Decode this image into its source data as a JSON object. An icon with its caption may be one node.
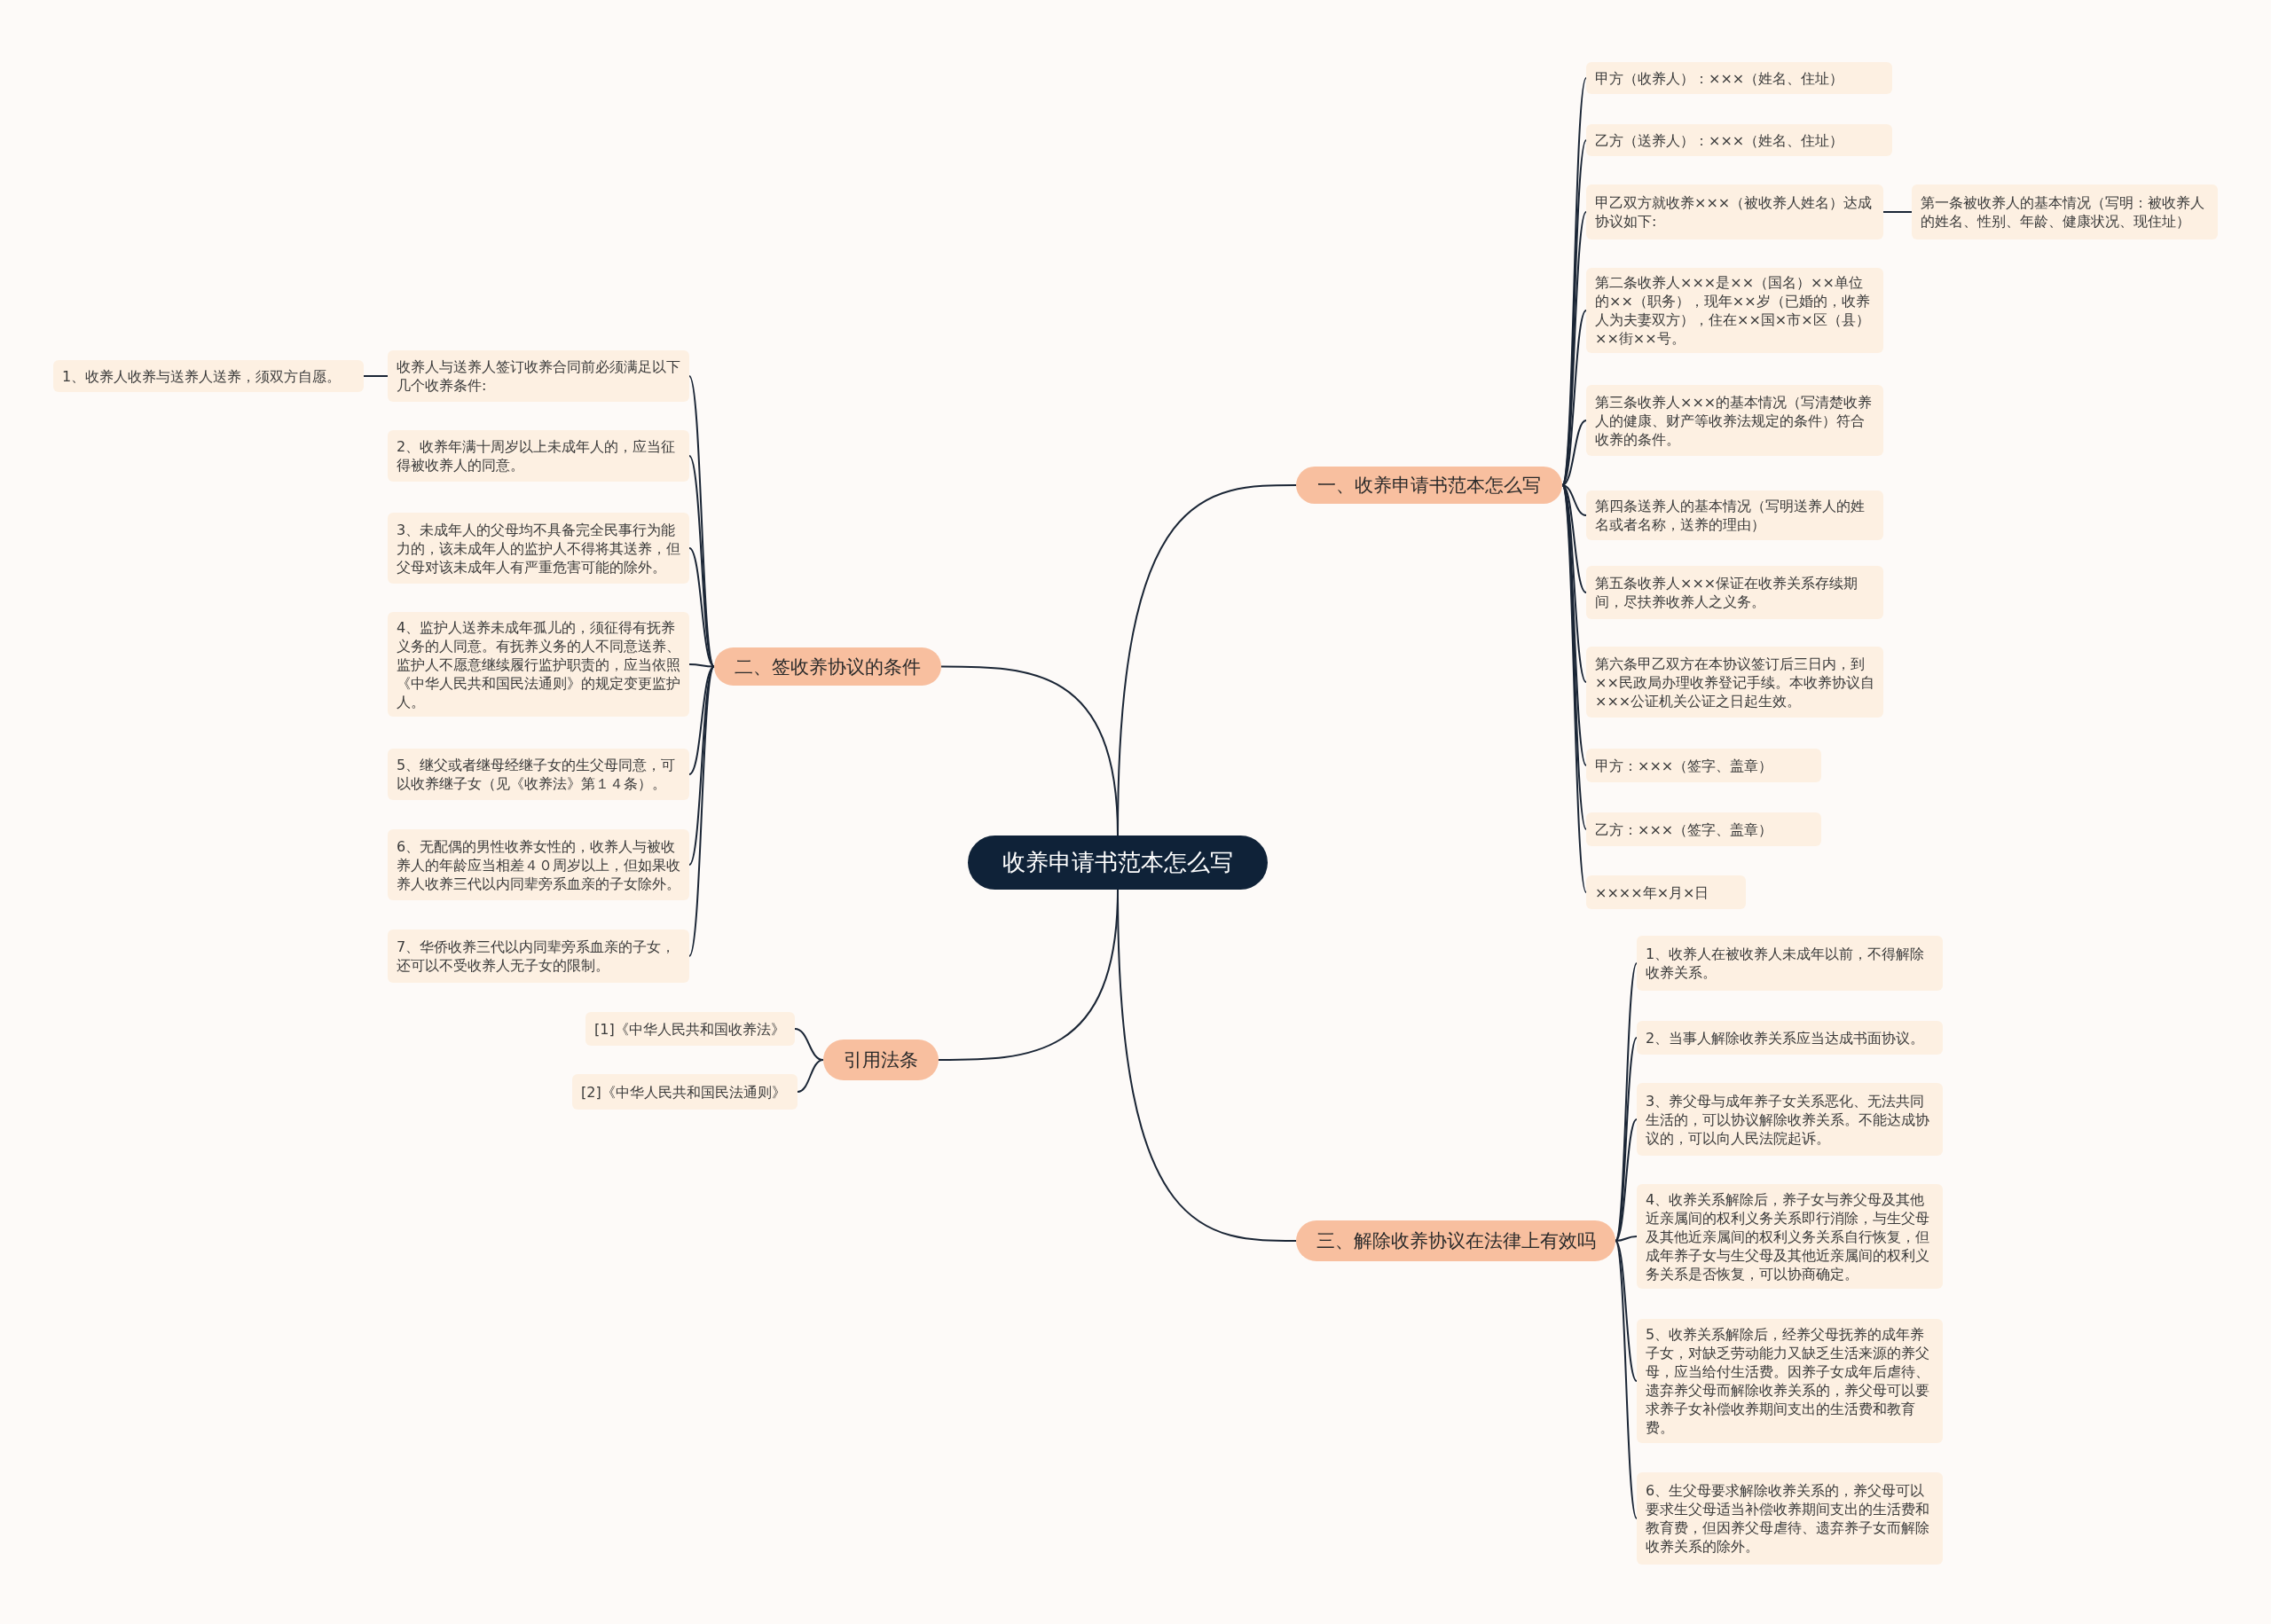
{
  "diagram": {
    "nodes": [
      {
        "text": [
          "收养申请书范本怎么写"
        ]
      },
      {
        "text": [
          "一、收养申请书范本怎么写"
        ]
      },
      {
        "text": [
          "甲方（收养人）：×××（姓名、住址）"
        ]
      },
      {
        "text": [
          "乙方（送养人）：×××（姓名、住址）"
        ]
      },
      {
        "text": [
          "甲乙双方就收养×××（被收养人姓名）达成协议如下:"
        ]
      },
      {
        "text": [
          "第一条被收养人的基本情况（写明：被收养人的姓名、性别、年龄、健康状况、现住址）"
        ]
      },
      {
        "text": [
          "第二条收养人×××是××（国名）××单位的××（职务），现年××岁（已婚的，收养人为夫妻双方），住在××国×市×区（县）××街××号。"
        ]
      },
      {
        "text": [
          "第三条收养人×××的基本情况（写清楚收养人的健康、财产等收养法规定的条件）符合收养的条件。"
        ]
      },
      {
        "text": [
          "第四条送养人的基本情况（写明送养人的姓名或者名称，送养的理由）"
        ]
      },
      {
        "text": [
          "第五条收养人×××保证在收养关系存续期间，尽扶养收养人之义务。"
        ]
      },
      {
        "text": [
          "第六条甲乙双方在本协议签订后三日内，到××民政局办理收养登记手续。本收养协议自×××公证机关公证之日起生效。"
        ]
      },
      {
        "text": [
          "甲方：×××（签字、盖章）"
        ]
      },
      {
        "text": [
          "乙方：×××（签字、盖章）"
        ]
      },
      {
        "text": [
          "××××年×月×日"
        ]
      },
      {
        "text": [
          "二、签收养协议的条件"
        ]
      },
      {
        "text": [
          "收养人与送养人签订收养合同前必须满足以下几个收养条件:"
        ]
      },
      {
        "text": [
          "1、收养人收养与送养人送养，须双方自愿。"
        ]
      },
      {
        "text": [
          "2、收养年满十周岁以上未成年人的，应当征得被收养人的同意。"
        ]
      },
      {
        "text": [
          "3、未成年人的父母均不具备完全民事行为能力的，该未成年人的监护人不得将其送养，但父母对该未成年人有严重危害可能的除外。"
        ]
      },
      {
        "text": [
          "4、监护人送养未成年孤儿的，须征得有抚养义务的人同意。有抚养义务的人不同意送养、监护人不愿意继续履行监护职责的，应当依照《中华人民共和国民法通则》的规定变更监护人。"
        ]
      },
      {
        "text": [
          "5、继父或者继母经继子女的生父母同意，可以收养继子女（见《收养法》第１４条）。"
        ]
      },
      {
        "text": [
          "6、无配偶的男性收养女性的，收养人与被收养人的年龄应当相差４０周岁以上，但如果收养人收养三代以内同辈旁系血亲的子女除外。"
        ]
      },
      {
        "text": [
          "7、华侨收养三代以内同辈旁系血亲的子女，还可以不受收养人无子女的限制。"
        ]
      },
      {
        "text": [
          "引用法条"
        ]
      },
      {
        "text": [
          "[1]《中华人民共和国收养法》"
        ]
      },
      {
        "text": [
          "[2]《中华人民共和国民法通则》"
        ]
      },
      {
        "text": [
          "三、解除收养协议在法律上有效吗"
        ]
      },
      {
        "text": [
          "1、收养人在被收养人未成年以前，不得解除收养关系。"
        ]
      },
      {
        "text": [
          "2、当事人解除收养关系应当达成书面协议。"
        ]
      },
      {
        "text": [
          "3、养父母与成年养子女关系恶化、无法共同生活的，可以协议解除收养关系。不能达成协议的，可以向人民法院起诉。"
        ]
      },
      {
        "text": [
          "4、收养关系解除后，养子女与养父母及其他近亲属间的权利义务关系即行消除，与生父母及其他近亲属间的权利义务关系自行恢复，但成年养子女与生父母及其他近亲属间的权利义务关系是否恢复，可以协商确定。"
        ]
      },
      {
        "text": [
          "5、收养关系解除后，经养父母抚养的成年养子女，对缺乏劳动能力又缺乏生活来源的养父母，应当给付生活费。因养子女成年后虐待、遗弃养父母而解除收养关系的，养父母可以要求养子女补偿收养期间支出的生活费和教育费。"
        ]
      },
      {
        "text": [
          "6、生父母要求解除收养关系的，养父母可以要求生父母适当补偿收养期间支出的生活费和教育费，但因养父母虐待、遗弃养子女而解除收养关系的除外。"
        ]
      }
    ],
    "edges": [
      {
        "from": 0,
        "to": 1,
        "arrow": "none"
      },
      {
        "from": 0,
        "to": 14,
        "arrow": "none"
      },
      {
        "from": 0,
        "to": 23,
        "arrow": "none"
      },
      {
        "from": 0,
        "to": 26,
        "arrow": "none"
      },
      {
        "from": 1,
        "to": 2,
        "arrow": "none"
      },
      {
        "from": 1,
        "to": 3,
        "arrow": "none"
      },
      {
        "from": 1,
        "to": 4,
        "arrow": "none"
      },
      {
        "from": 4,
        "to": 5,
        "arrow": "none"
      },
      {
        "from": 1,
        "to": 6,
        "arrow": "none"
      },
      {
        "from": 1,
        "to": 7,
        "arrow": "none"
      },
      {
        "from": 1,
        "to": 8,
        "arrow": "none"
      },
      {
        "from": 1,
        "to": 9,
        "arrow": "none"
      },
      {
        "from": 1,
        "to": 10,
        "arrow": "none"
      },
      {
        "from": 1,
        "to": 11,
        "arrow": "none"
      },
      {
        "from": 1,
        "to": 12,
        "arrow": "none"
      },
      {
        "from": 1,
        "to": 13,
        "arrow": "none"
      },
      {
        "from": 14,
        "to": 15,
        "arrow": "none"
      },
      {
        "from": 15,
        "to": 16,
        "arrow": "none"
      },
      {
        "from": 14,
        "to": 17,
        "arrow": "none"
      },
      {
        "from": 14,
        "to": 18,
        "arrow": "none"
      },
      {
        "from": 14,
        "to": 19,
        "arrow": "none"
      },
      {
        "from": 14,
        "to": 20,
        "arrow": "none"
      },
      {
        "from": 14,
        "to": 21,
        "arrow": "none"
      },
      {
        "from": 14,
        "to": 22,
        "arrow": "none"
      },
      {
        "from": 23,
        "to": 24,
        "arrow": "none"
      },
      {
        "from": 23,
        "to": 25,
        "arrow": "none"
      },
      {
        "from": 26,
        "to": 27,
        "arrow": "none"
      },
      {
        "from": 26,
        "to": 28,
        "arrow": "none"
      },
      {
        "from": 26,
        "to": 29,
        "arrow": "none"
      },
      {
        "from": 26,
        "to": 30,
        "arrow": "none"
      },
      {
        "from": 26,
        "to": 31,
        "arrow": "none"
      },
      {
        "from": 26,
        "to": 32,
        "arrow": "none"
      }
    ]
  }
}
